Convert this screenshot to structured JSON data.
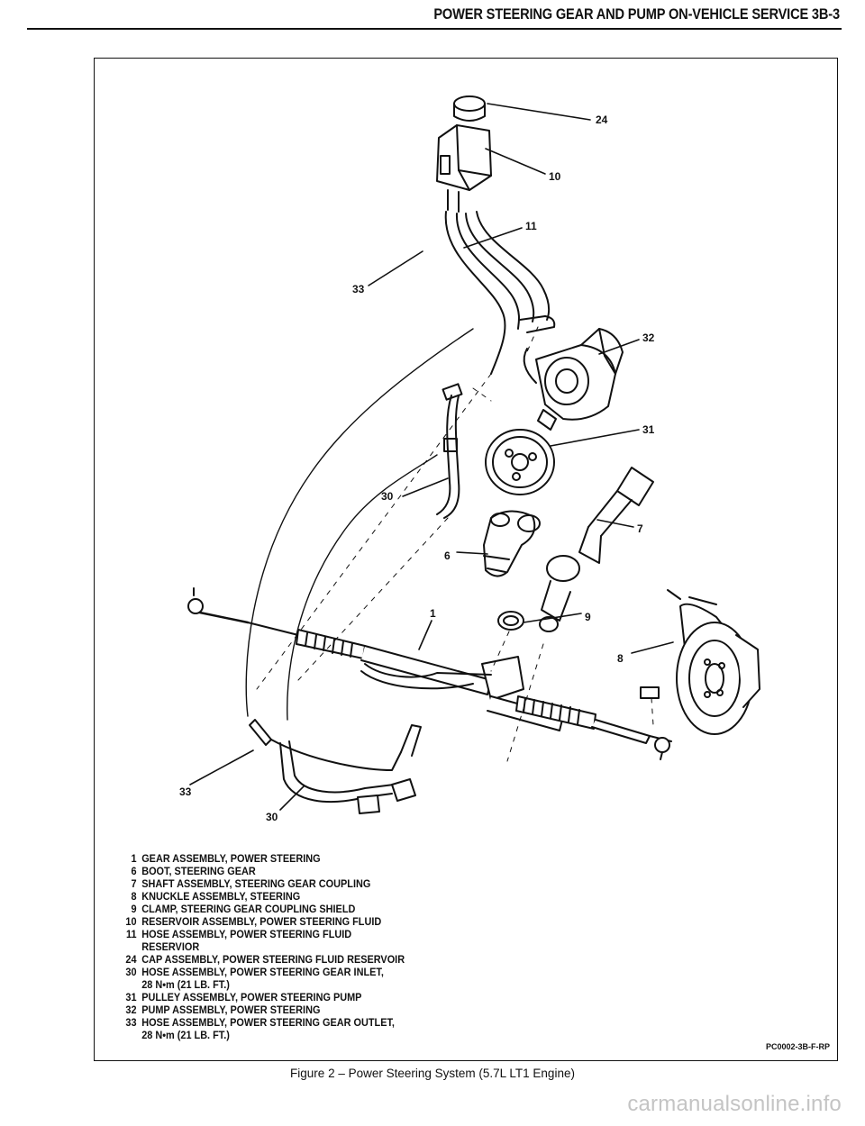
{
  "header": {
    "title": "POWER STEERING GEAR AND PUMP ON-VEHICLE SERVICE 3B-3"
  },
  "callouts": [
    "24",
    "10",
    "11",
    "33",
    "32",
    "31",
    "30",
    "7",
    "6",
    "1",
    "9",
    "8",
    "33",
    "30"
  ],
  "legend": [
    {
      "num": "1",
      "text": "GEAR ASSEMBLY, POWER STEERING"
    },
    {
      "num": "6",
      "text": "BOOT, STEERING GEAR"
    },
    {
      "num": "7",
      "text": "SHAFT ASSEMBLY, STEERING GEAR COUPLING"
    },
    {
      "num": "8",
      "text": "KNUCKLE ASSEMBLY, STEERING"
    },
    {
      "num": "9",
      "text": "CLAMP, STEERING GEAR COUPLING SHIELD"
    },
    {
      "num": "10",
      "text": "RESERVOIR ASSEMBLY, POWER STEERING FLUID"
    },
    {
      "num": "11",
      "text": "HOSE ASSEMBLY, POWER STEERING FLUID\nRESERVIOR"
    },
    {
      "num": "24",
      "text": "CAP ASSEMBLY, POWER STEERING FLUID RESERVOIR"
    },
    {
      "num": "30",
      "text": "HOSE ASSEMBLY, POWER STEERING GEAR INLET,\n28 N•m (21 LB. FT.)"
    },
    {
      "num": "31",
      "text": "PULLEY ASSEMBLY, POWER STEERING PUMP"
    },
    {
      "num": "32",
      "text": "PUMP ASSEMBLY, POWER STEERING"
    },
    {
      "num": "33",
      "text": "HOSE ASSEMBLY, POWER STEERING GEAR OUTLET,\n28 N•m (21 LB. FT.)"
    }
  ],
  "figure_code": "PC0002-3B-F-RP",
  "caption": "Figure 2 – Power Steering System (5.7L LT1 Engine)",
  "watermark": "carmanualsonline.info"
}
